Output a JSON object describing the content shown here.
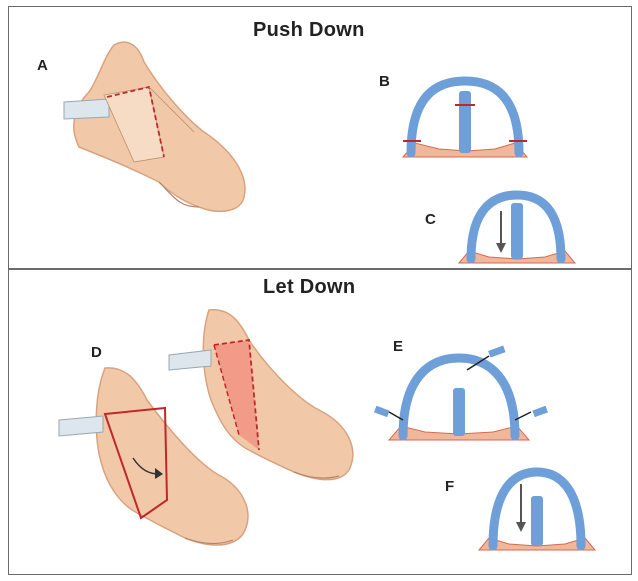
{
  "panels": {
    "top": {
      "title": "Push Down"
    },
    "bottom": {
      "title": "Let Down"
    }
  },
  "labels": {
    "a": "A",
    "b": "B",
    "c": "C",
    "d": "D",
    "e": "E",
    "f": "F"
  },
  "colors": {
    "skin": "#f2c9a8",
    "skin_shadow": "#d9a27f",
    "cartilage": "#6f9fd8",
    "incision": "#c0272d",
    "resected": "#f09080"
  }
}
